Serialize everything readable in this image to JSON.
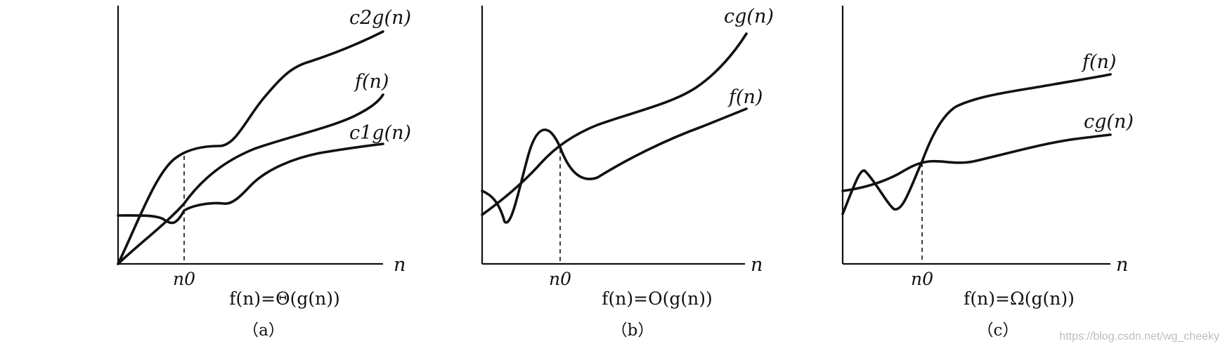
{
  "panels": [
    {
      "caption": "（a）",
      "formula": "f(n)=Θ(g(n))",
      "x_axis_label": "n",
      "threshold_label": "n0",
      "curve_labels": {
        "upper": "c2g(n)",
        "middle": "f(n)",
        "lower": "c1g(n)"
      }
    },
    {
      "caption": "（b）",
      "formula": "f(n)=O(g(n))",
      "x_axis_label": "n",
      "threshold_label": "n0",
      "curve_labels": {
        "upper": "cg(n)",
        "lower": "f(n)"
      }
    },
    {
      "caption": "（c）",
      "formula": "f(n)=Ω(g(n))",
      "x_axis_label": "n",
      "threshold_label": "n0",
      "curve_labels": {
        "upper": "f(n)",
        "lower": "cg(n)"
      }
    }
  ],
  "watermark": "https://blog.csdn.net/wg_cheeky"
}
